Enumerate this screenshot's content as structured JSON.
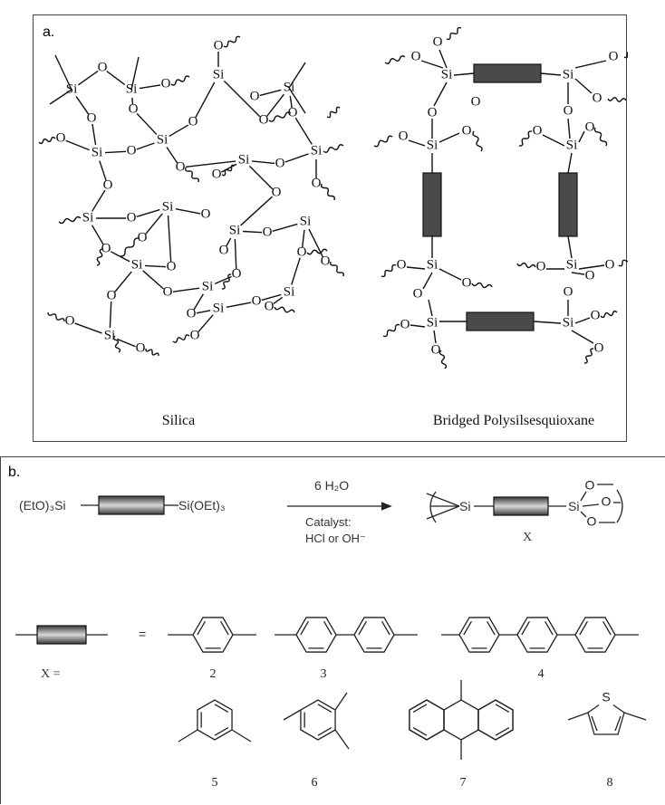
{
  "panel_a": {
    "label": "a.",
    "caption_left": "Silica",
    "caption_right": "Bridged Polysilsesquioxane",
    "atom_si": "Si",
    "atom_o": "O"
  },
  "panel_b": {
    "label": "b.",
    "reactant_left": "(EtO)₃Si",
    "reactant_right": "Si(OEt)₃",
    "reagent_top": "6 H₂O",
    "catalyst_line1": "Catalyst:",
    "catalyst_line2": "HCl or OH⁻",
    "product_si_left": "Si",
    "product_si_right": "Si",
    "product_x": "X",
    "x_equals": "X =",
    "equals": "=",
    "numbers": [
      "2",
      "3",
      "4",
      "5",
      "6",
      "7",
      "8"
    ],
    "thiophene_s": "S"
  }
}
